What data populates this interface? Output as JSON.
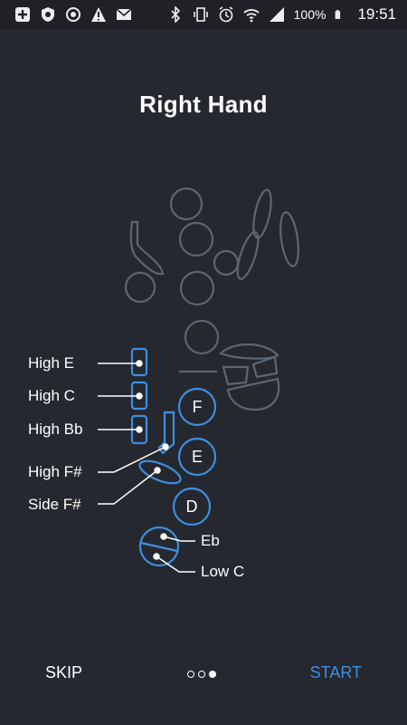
{
  "status_bar": {
    "battery": "100%",
    "time": "19:51",
    "icons": [
      "plus-box-icon",
      "shield-icon",
      "sync-icon",
      "warning-icon",
      "mail-icon",
      "bluetooth-icon",
      "vibrate-icon",
      "alarm-icon",
      "wifi-icon",
      "signal-icon",
      "battery-icon"
    ]
  },
  "screen": {
    "title": "Right Hand"
  },
  "keys": {
    "f": "F",
    "e": "E",
    "d": "D"
  },
  "labels": {
    "high_e": "High E",
    "high_c": "High C",
    "high_bb": "High Bb",
    "high_fs": "High F#",
    "side_fs": "Side F#",
    "eb": "Eb",
    "low_c": "Low C"
  },
  "footer": {
    "skip": "SKIP",
    "start": "START",
    "page_index": 3,
    "page_count": 3
  },
  "colors": {
    "background": "#262830",
    "accent": "#3d8fe0",
    "outline_inactive": "#5d6670"
  }
}
